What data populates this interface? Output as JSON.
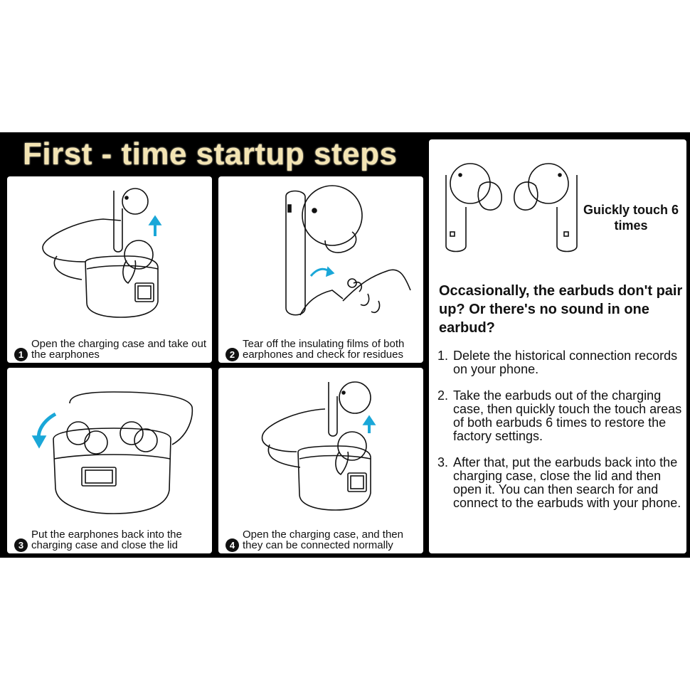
{
  "title": "First - time startup steps",
  "panels": [
    {
      "number": "1",
      "caption": "Open the charging case and take out the earphones"
    },
    {
      "number": "2",
      "caption": "Tear off the insulating films of both earphones and check for residues"
    },
    {
      "number": "3",
      "caption": "Put the earphones back into the charging case and close the lid"
    },
    {
      "number": "4",
      "caption": "Open the charging case, and then they can be connected normally"
    }
  ],
  "troubleshoot": {
    "touch_label": "Guickly touch 6 times",
    "question": "Occasionally, the earbuds don't pair up? Or there's no sound in one earbud?",
    "steps": [
      {
        "number": "1.",
        "text": "Delete the historical connection records on your phone."
      },
      {
        "number": "2.",
        "text": "Take the earbuds out of the charging case, then quickly touch the touch areas of both earbuds 6 times to restore the factory settings."
      },
      {
        "number": "3.",
        "text": "After that, put the earbuds back into the charging case, close the lid and then open it. You can then search for and connect to the earbuds with your phone."
      }
    ]
  },
  "colors": {
    "background": "#000000",
    "title": "#f3e4b3",
    "arrow": "#1aa7d8"
  },
  "icons": [
    "earbuds-case-open-icon",
    "insulating-film-removal-icon",
    "earbuds-case-close-icon",
    "earbuds-case-reopen-icon",
    "earbuds-pair-icon"
  ]
}
